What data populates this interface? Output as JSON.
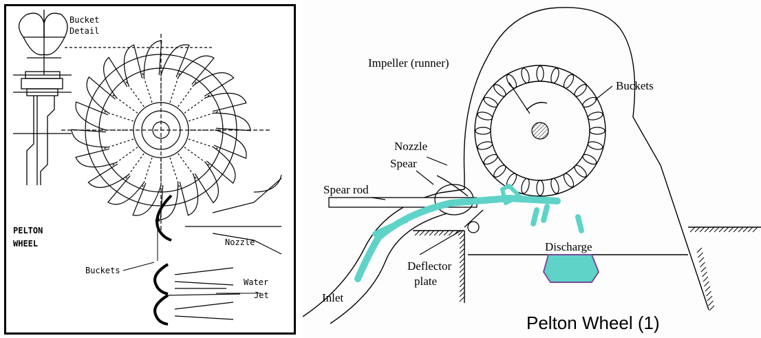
{
  "left": {
    "bucket_detail": [
      "Bucket",
      "Detail"
    ],
    "title": [
      "PELTON",
      "WHEEL"
    ],
    "nozzle": "Nozzle",
    "buckets": "Buckets",
    "water_jet": [
      "Water",
      "Jet"
    ]
  },
  "right": {
    "impeller": "Impeller (runner)",
    "buckets": "Buckets",
    "nozzle": "Nozzle",
    "spear": "Spear",
    "spear_rod": "Spear rod",
    "discharge": "Discharge",
    "deflector": [
      "Deflector",
      "plate"
    ],
    "inlet": "Inlet",
    "caption": "Pelton Wheel (1)"
  },
  "colors": {
    "water": "#5fd3c8",
    "water_outline": "#7a4a9a",
    "line": "#000000"
  }
}
